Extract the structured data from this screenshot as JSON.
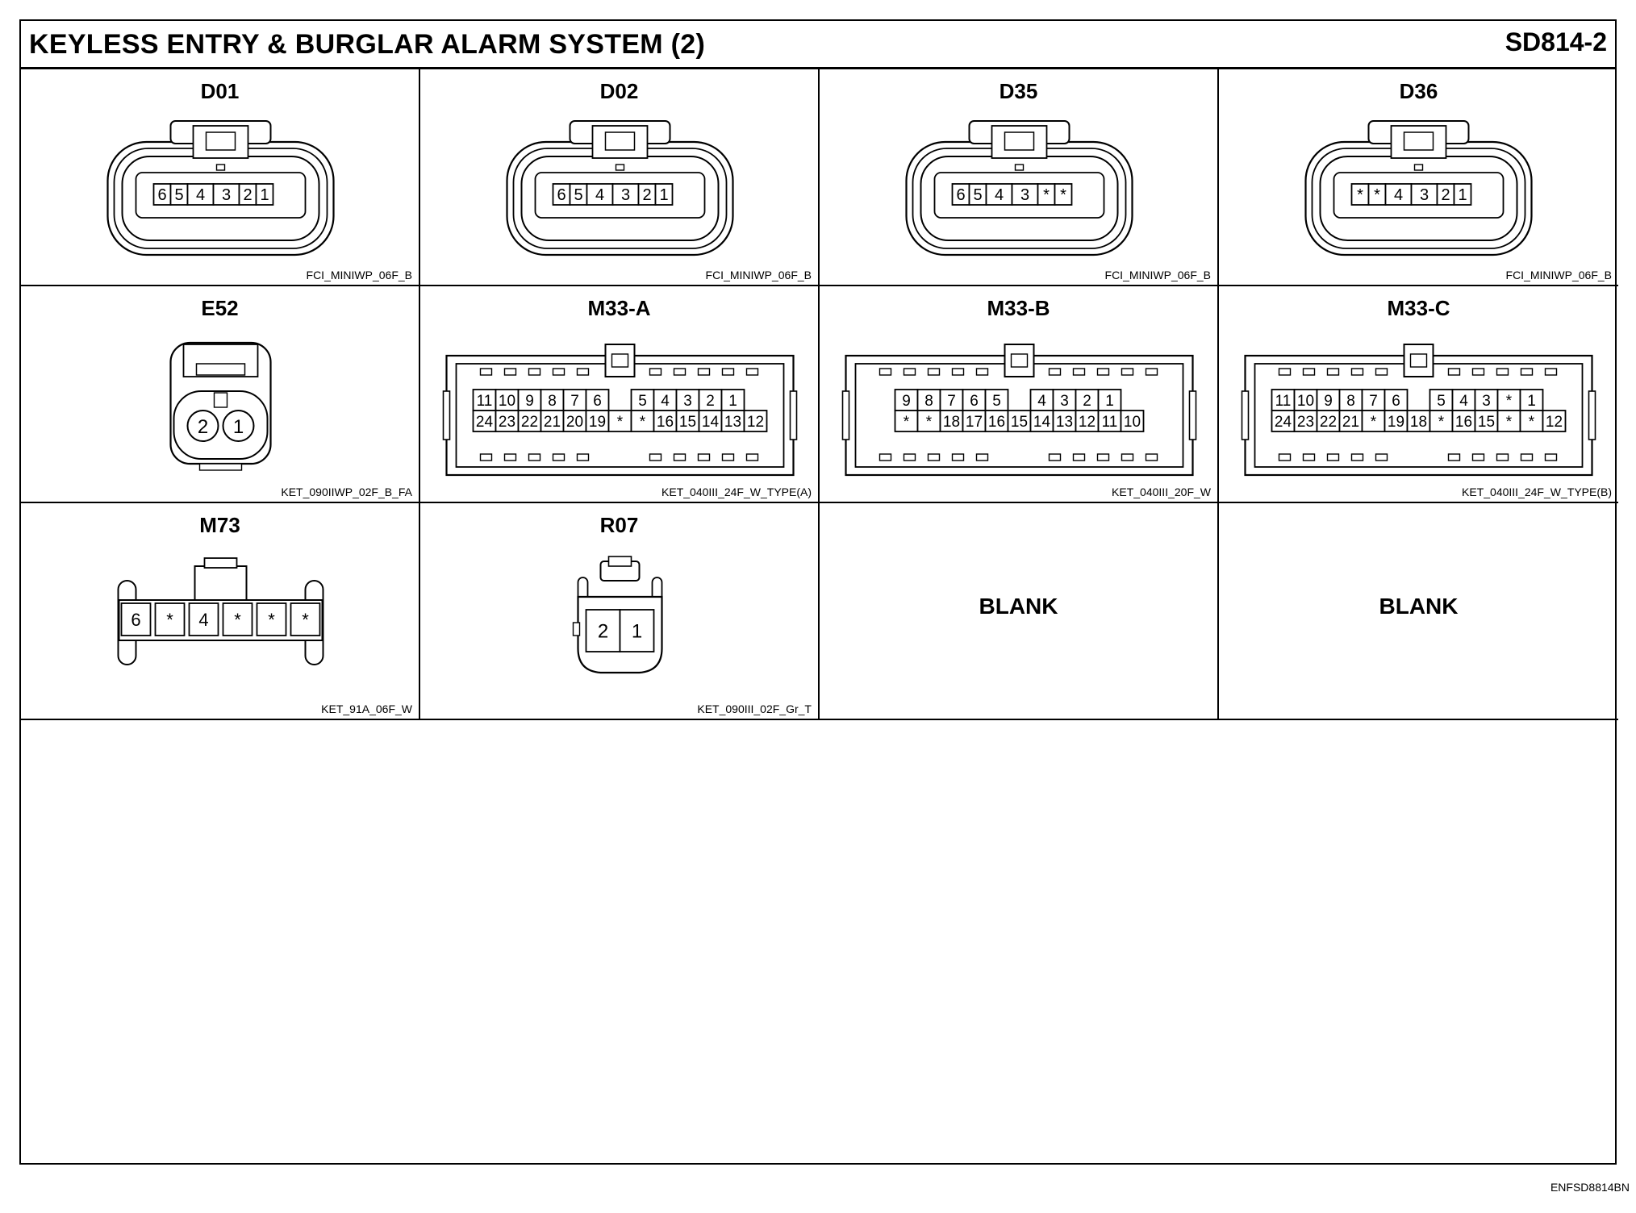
{
  "header": {
    "title": "KEYLESS ENTRY & BURGLAR ALARM SYSTEM (2)",
    "code": "SD814-2"
  },
  "connectors": [
    {
      "id": "D01",
      "type": "FCI_MINIWP_06F_B",
      "shape": "miniwp",
      "pins": [
        "6",
        "5",
        "4",
        "3",
        "2",
        "1"
      ]
    },
    {
      "id": "D02",
      "type": "FCI_MINIWP_06F_B",
      "shape": "miniwp",
      "pins": [
        "6",
        "5",
        "4",
        "3",
        "2",
        "1"
      ]
    },
    {
      "id": "D35",
      "type": "FCI_MINIWP_06F_B",
      "shape": "miniwp",
      "pins": [
        "6",
        "5",
        "4",
        "3",
        "*",
        "*"
      ]
    },
    {
      "id": "D36",
      "type": "FCI_MINIWP_06F_B",
      "shape": "miniwp",
      "pins": [
        "*",
        "*",
        "4",
        "3",
        "2",
        "1"
      ]
    },
    {
      "id": "E52",
      "type": "KET_090IIWP_02F_B_FA",
      "shape": "e52",
      "pins": [
        "2",
        "1"
      ]
    },
    {
      "id": "M33-A",
      "type": "KET_040III_24F_W_TYPE(A)",
      "shape": "m33",
      "top": [
        "11",
        "10",
        "9",
        "8",
        "7",
        "6",
        "",
        "5",
        "4",
        "3",
        "2",
        "1"
      ],
      "bottom": [
        "24",
        "23",
        "22",
        "21",
        "20",
        "19",
        "*",
        "*",
        "16",
        "15",
        "14",
        "13",
        "12"
      ]
    },
    {
      "id": "M33-B",
      "type": "KET_040III_20F_W",
      "shape": "m33",
      "top": [
        "9",
        "8",
        "7",
        "6",
        "5",
        "",
        "4",
        "3",
        "2",
        "1"
      ],
      "bottom": [
        "*",
        "*",
        "18",
        "17",
        "16",
        "15",
        "14",
        "13",
        "12",
        "11",
        "10"
      ]
    },
    {
      "id": "M33-C",
      "type": "KET_040III_24F_W_TYPE(B)",
      "shape": "m33",
      "top": [
        "11",
        "10",
        "9",
        "8",
        "7",
        "6",
        "",
        "5",
        "4",
        "3",
        "*",
        "1"
      ],
      "bottom": [
        "24",
        "23",
        "22",
        "21",
        "*",
        "19",
        "18",
        "*",
        "16",
        "15",
        "*",
        "*",
        "12"
      ]
    },
    {
      "id": "M73",
      "type": "KET_91A_06F_W",
      "shape": "m73",
      "pins": [
        "6",
        "*",
        "4",
        "*",
        "*",
        "*"
      ]
    },
    {
      "id": "R07",
      "type": "KET_090III_02F_Gr_T",
      "shape": "r07",
      "pins": [
        "2",
        "1"
      ]
    },
    {
      "id": "",
      "type": "",
      "shape": "blank",
      "blank_label": "BLANK"
    },
    {
      "id": "",
      "type": "",
      "shape": "blank",
      "blank_label": "BLANK"
    }
  ],
  "footer": {
    "code": "ENFSD8814BN"
  }
}
